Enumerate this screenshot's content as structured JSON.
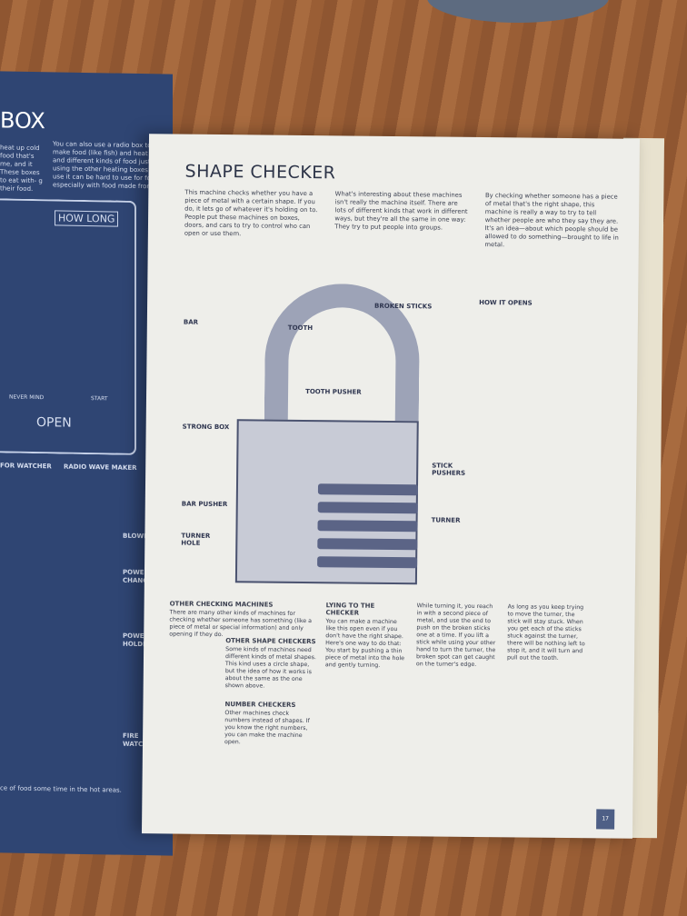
{
  "left_page": {
    "title": "BOX",
    "intro_1": "heat up cold food that's me, and it These boxes to eat with- g their food.",
    "intro_2": "You can also use a radio box to make food (like fish) and heat it up and different kinds of food just by using the other heating boxes that use it can be hard to use for food especially with food made from fish.",
    "panel_label": "HOW LONG",
    "open_label": "OPEN",
    "never_mind": "NEVER MIND",
    "start": "START",
    "headings": [
      "FOR WATCHER",
      "RADIO WAVE MAKER",
      "BLOWER",
      "POWER CHANGER",
      "POWER HOLDER",
      "FIRE WATCHER"
    ],
    "footer": "ce of food some time in the hot areas."
  },
  "right_page": {
    "title": "SHAPE CHECKER",
    "intro": [
      "This machine checks whether you have a piece of metal with a certain shape. If you do, it lets go of whatever it's holding on to. People put these machines on boxes, doors, and cars to try to control who can open or use them.",
      "What's interesting about these machines isn't really the machine itself. There are lots of different kinds that work in different ways, but they're all the same in one way: They try to put people into groups.",
      "By checking whether someone has a piece of metal that's the right shape, this machine is really a way to try to tell whether people are who they say they are. It's an idea—about which people should be allowed to do something—brought to life in metal."
    ],
    "labels": [
      "BAR",
      "TOOTH",
      "BROKEN STICKS",
      "HOW IT OPENS",
      "TOOTH PUSHER",
      "STRONG BOX",
      "BAR PUSHER",
      "TURNER HOLE",
      "STICK PUSHERS",
      "TURNER"
    ],
    "sections": [
      {
        "title": "OTHER CHECKING MACHINES",
        "text": "There are many other kinds of machines for checking whether someone has something (like a piece of metal or special information) and only opening if they do."
      },
      {
        "title": "OTHER SHAPE CHECKERS",
        "text": "Some kinds of machines need different kinds of metal shapes. This kind uses a circle shape, but the idea of how it works is about the same as the one shown above."
      },
      {
        "title": "NUMBER CHECKERS",
        "text": "Other machines check numbers instead of shapes. If you know the right numbers, you can make the machine open."
      },
      {
        "title": "LYING TO THE CHECKER",
        "text": "You can make a machine like this open even if you don't have the right shape. Here's one way to do that: You start by pushing a thin piece of metal into the hole and gently turning."
      },
      {
        "title": "",
        "text": "While turning it, you reach in with a second piece of metal, and use the end to push on the broken sticks one at a time. If you lift a stick while using your other hand to turn the turner, the broken spot can get caught on the turner's edge."
      },
      {
        "title": "",
        "text": "As long as you keep trying to move the turner, the stick will stay stuck. When you get each of the sticks stuck against the turner, there will be nothing left to stop it, and it will turn and pull out the tooth."
      }
    ],
    "page_number": "17"
  }
}
